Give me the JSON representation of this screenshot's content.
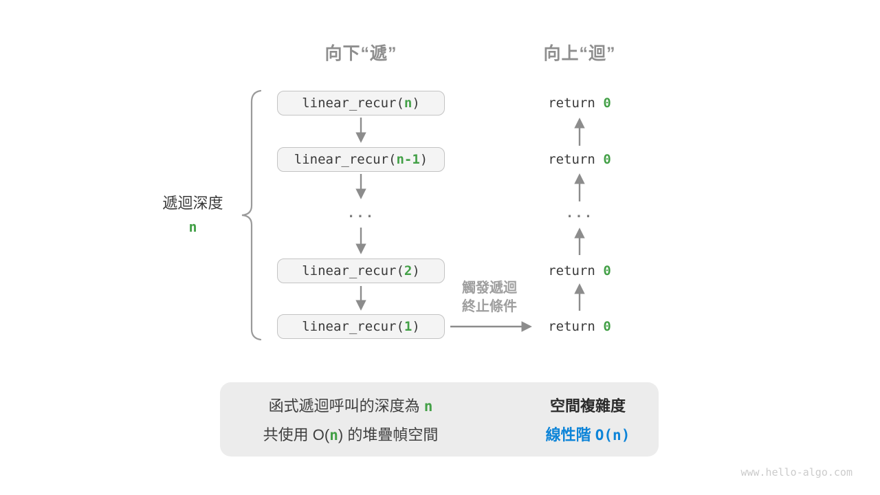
{
  "titles": {
    "descend": "向下“遞”",
    "ascend": "向上“迴”"
  },
  "depth_label": {
    "text": "遞迴深度",
    "value": "n"
  },
  "calls": {
    "ellipsis": "...",
    "boxes": [
      {
        "fn": "linear_recur(",
        "arg": "n",
        "close": ")"
      },
      {
        "fn": "linear_recur(",
        "arg": "n-1",
        "close": ")"
      },
      {
        "fn": "linear_recur(",
        "arg": "2",
        "close": ")"
      },
      {
        "fn": "linear_recur(",
        "arg": "1",
        "close": ")"
      }
    ]
  },
  "returns": {
    "ellipsis": "...",
    "rows": [
      {
        "kw": "return ",
        "val": "0"
      },
      {
        "kw": "return ",
        "val": "0"
      },
      {
        "kw": "return ",
        "val": "0"
      },
      {
        "kw": "return ",
        "val": "0"
      }
    ]
  },
  "termination": {
    "line1": "觸發遞迴",
    "line2": "終止條件"
  },
  "summary": {
    "line1": {
      "pre": "函式遞迴呼叫的深度為 ",
      "hl": "n"
    },
    "line2": {
      "pre": "共使用 O(",
      "hl": "n",
      "post": ") 的堆疊幀空間"
    },
    "title": "空間複雜度",
    "result": {
      "pre": "線性階 ",
      "code": "O(n)"
    }
  },
  "watermark": "www.hello-algo.com",
  "colors": {
    "highlight_green": "#43A047",
    "highlight_blue": "#0D84D8",
    "arrow_gray": "#8c8c8c",
    "header_gray": "#8e8e8e"
  }
}
